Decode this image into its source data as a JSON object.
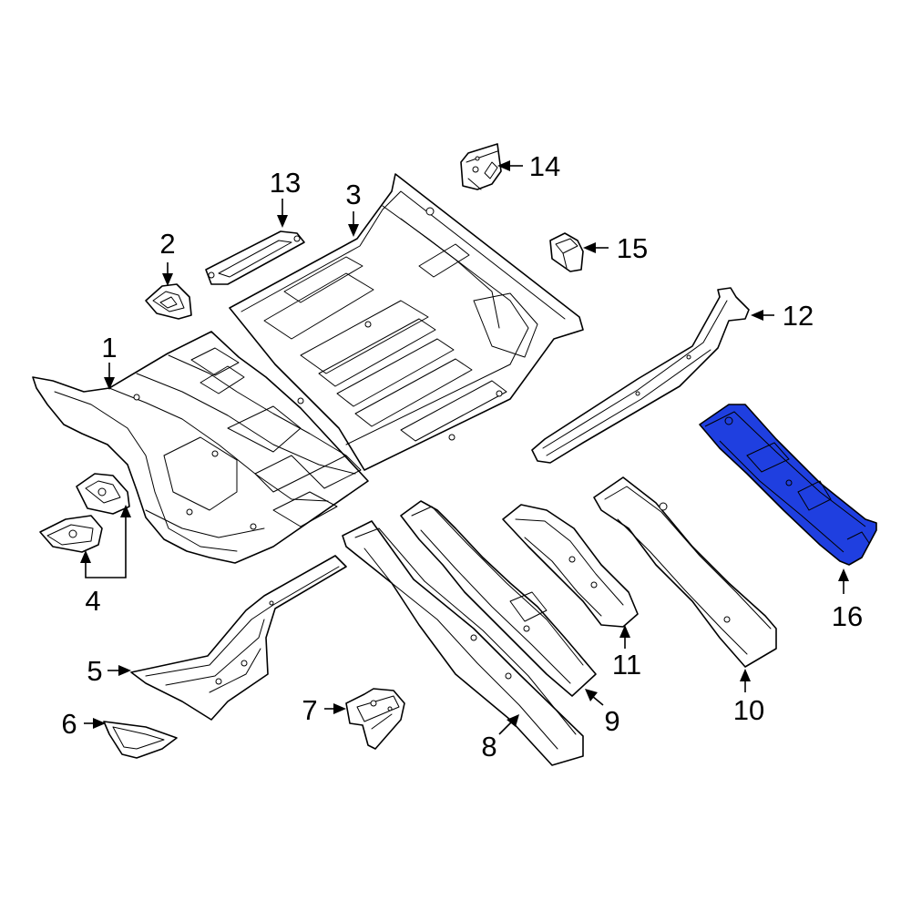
{
  "highlight_color": "#1f3fe0",
  "callouts": [
    {
      "id": "1",
      "label": "1"
    },
    {
      "id": "2",
      "label": "2"
    },
    {
      "id": "3",
      "label": "3"
    },
    {
      "id": "4",
      "label": "4"
    },
    {
      "id": "5",
      "label": "5"
    },
    {
      "id": "6",
      "label": "6"
    },
    {
      "id": "7",
      "label": "7"
    },
    {
      "id": "8",
      "label": "8"
    },
    {
      "id": "9",
      "label": "9"
    },
    {
      "id": "10",
      "label": "10"
    },
    {
      "id": "11",
      "label": "11"
    },
    {
      "id": "12",
      "label": "12"
    },
    {
      "id": "13",
      "label": "13"
    },
    {
      "id": "14",
      "label": "14"
    },
    {
      "id": "15",
      "label": "15"
    },
    {
      "id": "16",
      "label": "16",
      "highlighted": true
    }
  ]
}
